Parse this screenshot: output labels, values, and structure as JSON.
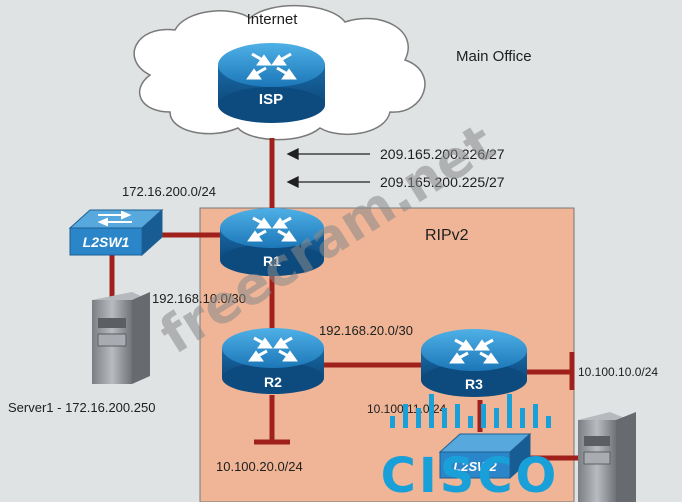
{
  "labels": {
    "internet": "Internet",
    "main_office": "Main Office",
    "rip": "RIPv2",
    "ip_isp_226": "209.165.200.226/27",
    "ip_isp_225": "209.165.200.225/27",
    "net_172": "172.16.200.0/24",
    "net_r1_r2": "192.168.10.0/30",
    "net_r2_r3": "192.168.20.0/30",
    "net_10_100_10": "10.100.10.0/24",
    "net_10_100_11": "10.100.11.0/24",
    "net_10_100_20": "10.100.20.0/24",
    "server1": "Server1 - 172.16.200.250"
  },
  "devices": {
    "isp": "ISP",
    "r1": "R1",
    "r2": "R2",
    "r3": "R3",
    "l2sw1": "L2SW1",
    "l2sw2": "L2SW2"
  },
  "watermark": "freecram.net",
  "logo_text": "CISCO",
  "colors": {
    "background": "#dfe3e4",
    "rip_area": "#efb596",
    "link": "#a0201c",
    "router": "#1f7fbf",
    "switch": "#2a86c8",
    "server": "#8e9296",
    "logo": "#1aa0d8"
  }
}
